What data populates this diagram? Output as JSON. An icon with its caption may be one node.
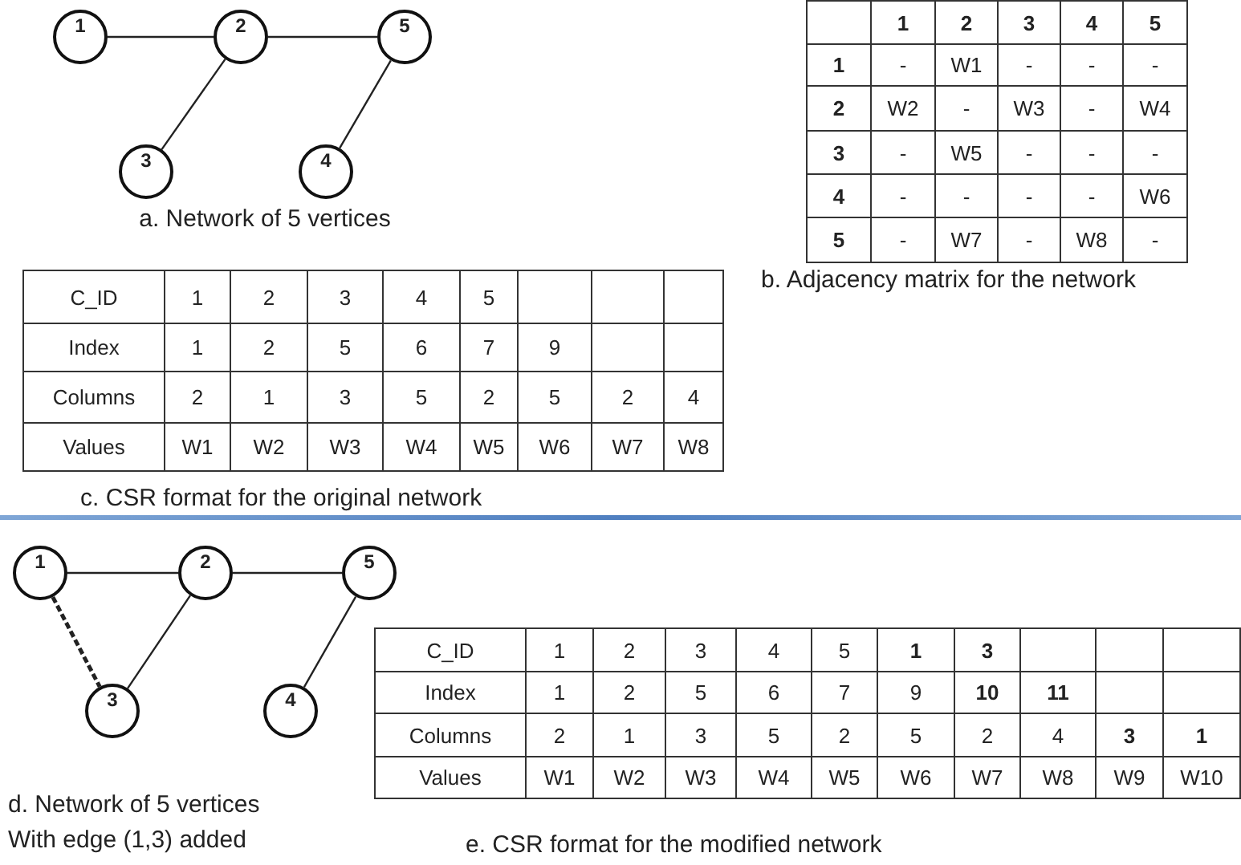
{
  "diagram": {
    "nodes": [
      {
        "text": [
          "1"
        ]
      },
      {
        "text": [
          "2"
        ]
      },
      {
        "text": [
          "5"
        ]
      },
      {
        "text": [
          "3"
        ]
      },
      {
        "text": [
          "4"
        ]
      },
      {
        "text": [
          "1"
        ]
      },
      {
        "text": [
          "2"
        ]
      },
      {
        "text": [
          "5"
        ]
      },
      {
        "text": [
          "3"
        ]
      },
      {
        "text": [
          "4"
        ]
      }
    ],
    "edges": [
      {
        "from": 0,
        "to": 1,
        "arrow": "none"
      },
      {
        "from": 1,
        "to": 2,
        "arrow": "none"
      },
      {
        "from": 1,
        "to": 3,
        "arrow": "none"
      },
      {
        "from": 2,
        "to": 4,
        "arrow": "none"
      },
      {
        "from": 5,
        "to": 6,
        "arrow": "none"
      },
      {
        "from": 6,
        "to": 7,
        "arrow": "none"
      },
      {
        "from": 5,
        "to": 8,
        "arrow": "none",
        "style": "dashed"
      },
      {
        "from": 6,
        "to": 8,
        "arrow": "none"
      },
      {
        "from": 7,
        "to": 9,
        "arrow": "none"
      }
    ],
    "labels": [
      "a. Network of 5 vertices",
      "1",
      "2",
      "3",
      "4",
      "5",
      "1",
      "-",
      "W1",
      "-",
      "-",
      "-",
      "2",
      "W2",
      "-",
      "W3",
      "-",
      "W4",
      "3",
      "-",
      "W5",
      "-",
      "-",
      "-",
      "4",
      "-",
      "-",
      "-",
      "-",
      "W6",
      "5",
      "-",
      "W7",
      "-",
      "W8",
      "-",
      "b. Adjacency matrix for the network",
      "C_ID",
      "1",
      "2",
      "3",
      "4",
      "5",
      "Index",
      "1",
      "2",
      "5",
      "6",
      "7",
      "9",
      "Columns",
      "2",
      "1",
      "3",
      "5",
      "2",
      "5",
      "2",
      "4",
      "Values",
      "W1",
      "W2",
      "W3",
      "W4",
      "W5",
      "W6",
      "W7",
      "W8",
      "c. CSR format for the  original network",
      "d. Network of 5 vertices With edge (1,3) added",
      "C_ID",
      "1",
      "2",
      "3",
      "4",
      "5",
      "1",
      "3",
      "Index",
      "1",
      "2",
      "5",
      "6",
      "7",
      "9",
      "10",
      "11",
      "Columns",
      "2",
      "1",
      "3",
      "5",
      "2",
      "5",
      "2",
      "4",
      "3",
      "1",
      "Values",
      "W1",
      "W2",
      "W3",
      "W4",
      "W5",
      "W6",
      "W7",
      "W8",
      "W9",
      "W10",
      "e. CSR format for the modified network"
    ]
  }
}
